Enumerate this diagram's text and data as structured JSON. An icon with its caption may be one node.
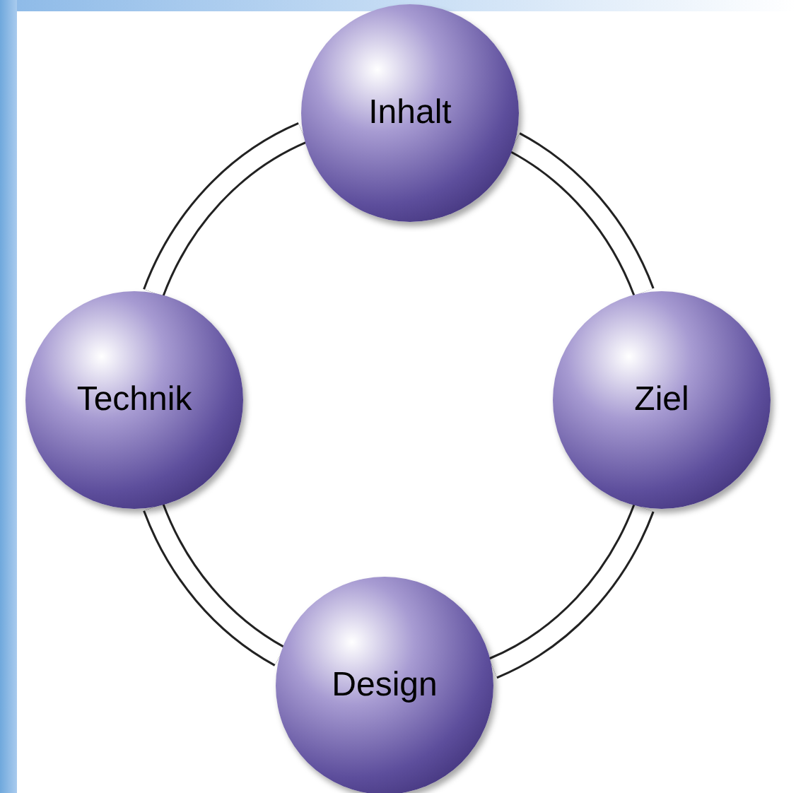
{
  "diagram": {
    "nodes": [
      {
        "text": [
          "Inhalt"
        ]
      },
      {
        "text": [
          "Technik"
        ]
      },
      {
        "text": [
          "Ziel"
        ]
      },
      {
        "text": [
          "Design"
        ]
      }
    ],
    "edges": [
      {
        "from": 0,
        "to": 2,
        "arrow": "none"
      },
      {
        "from": 2,
        "to": 3,
        "arrow": "none"
      },
      {
        "from": 3,
        "to": 1,
        "arrow": "none"
      },
      {
        "from": 1,
        "to": 0,
        "arrow": "none"
      }
    ]
  }
}
